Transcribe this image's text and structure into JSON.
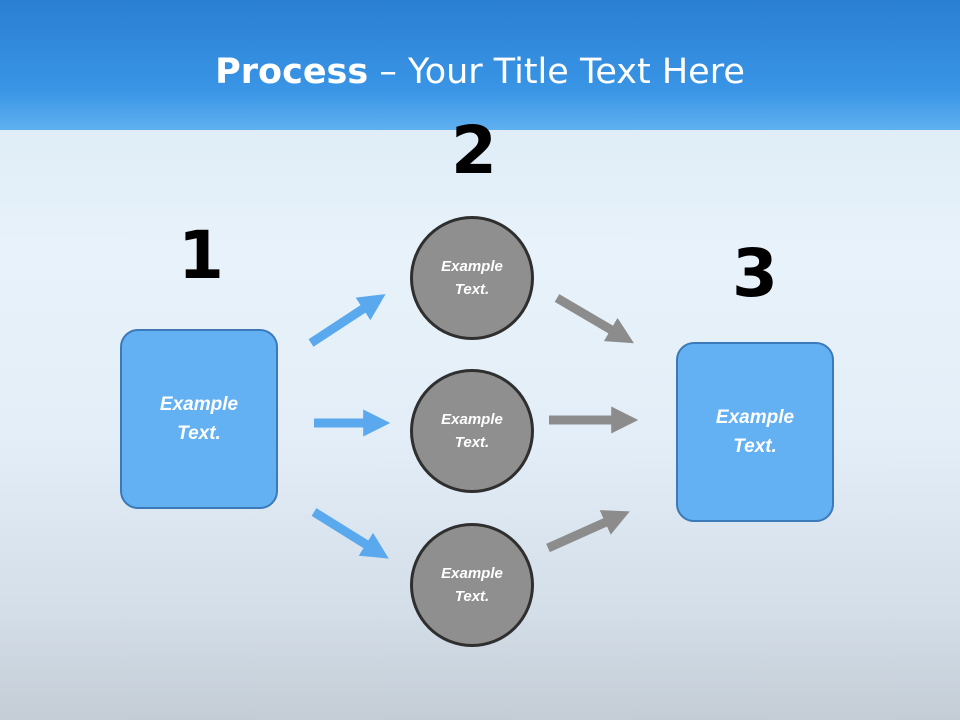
{
  "title": {
    "bold": "Process",
    "rest": " – Your Title Text Here"
  },
  "steps": [
    {
      "number": "1",
      "text_line1": "Example",
      "text_line2": "Text."
    },
    {
      "number": "2",
      "text_line1": "Example",
      "text_line2": "Text."
    },
    {
      "number": "3",
      "text_line1": "Example",
      "text_line2": "Text."
    }
  ],
  "circles": [
    {
      "line1": "Example",
      "line2": "Text."
    },
    {
      "line1": "Example",
      "line2": "Text."
    },
    {
      "line1": "Example",
      "line2": "Text."
    }
  ],
  "colors": {
    "title_band": "#2a7fd2",
    "box": "#63b1f2",
    "box_border": "#3b79b8",
    "circle": "#8f8f8f",
    "blue_arrow": "#5aa8ee",
    "gray_arrow": "#8c8c8c"
  }
}
